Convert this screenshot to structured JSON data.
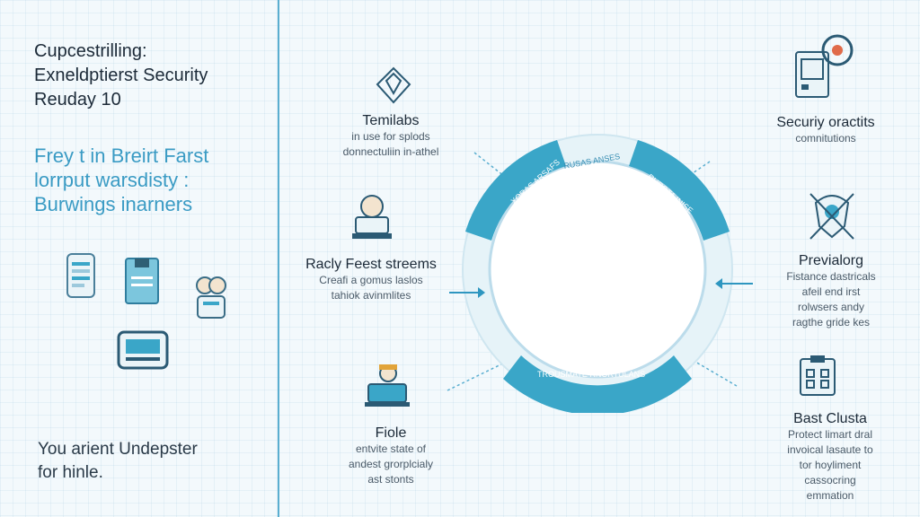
{
  "left": {
    "title_lines": [
      "Cupcestrilling:",
      "Exneldptierst Security",
      "Reuday 10"
    ],
    "subtitle_lines": [
      "Frey t in Breirt Farst",
      "lorrput warsdisty :",
      "Burwings inarners"
    ],
    "footer_lines": [
      "You arient Undepster",
      "for hinle."
    ]
  },
  "ring": {
    "segment_left": "XORAS ARSAFS",
    "segment_top": "RUSAS ANSES",
    "segment_right": "RUROTA INISE",
    "segment_bottom": "TROUSMATE RNORTULANS"
  },
  "nodes": {
    "temilabs": {
      "title": "Temilabs",
      "lines": [
        "in use for splods",
        "donnectuliin in-athel"
      ],
      "icon": "shield-icon"
    },
    "racly": {
      "title": "Racly Feest streems",
      "lines": [
        "Creafi a gomus laslos",
        "tahiok avinmlites"
      ],
      "icon": "person-laptop-icon"
    },
    "fiole": {
      "title": "Fiole",
      "lines": [
        "entvite state of",
        "andest grorplcialy",
        "ast stonts"
      ],
      "icon": "worker-laptop-icon"
    },
    "security": {
      "title": "Securiy oractits",
      "lines": [
        "comnitutions"
      ],
      "icon": "server-gear-icon"
    },
    "previalorg": {
      "title": "Previalorg",
      "lines": [
        "Fistance dastricals",
        "afeil end irst",
        "rolwsers andy",
        "ragthe gride kes"
      ],
      "icon": "crest-icon"
    },
    "bast": {
      "title": "Bast Clusta",
      "lines": [
        "Protect limart dral",
        "invoical lasaute to",
        "tor hoyliment",
        "cassocring",
        "emmation"
      ],
      "icon": "clipboard-icon"
    }
  },
  "colors": {
    "accent": "#3aa6c8",
    "accent_dark": "#1f7fa6",
    "ring_light": "#d9edf5",
    "text": "#1c2a38"
  }
}
